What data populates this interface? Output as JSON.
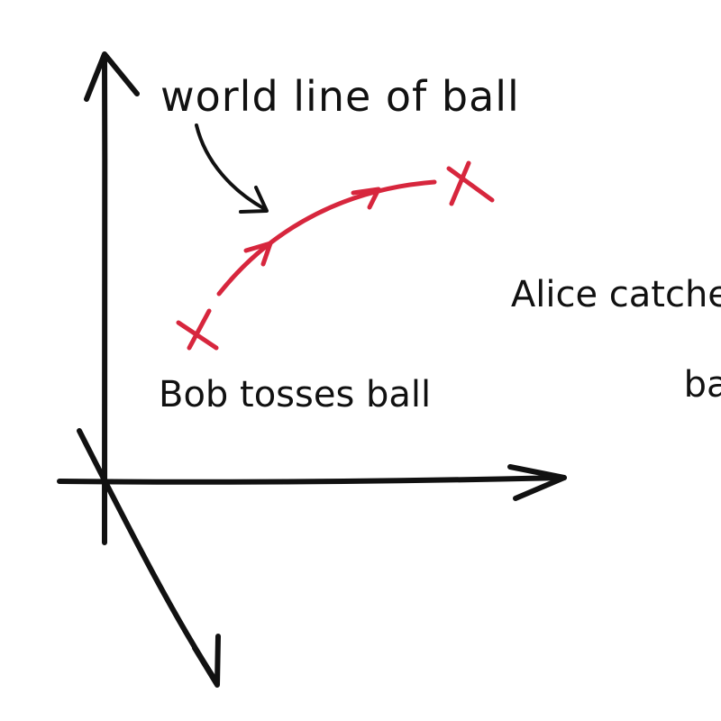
{
  "diagram": {
    "annotation": "world line of ball",
    "start_event_label": "Bob tosses ball",
    "end_event_label_line1": "Alice catches",
    "end_event_label_line2": "ball"
  },
  "colors": {
    "ink": "#111111",
    "world_line": "#d7263d"
  }
}
